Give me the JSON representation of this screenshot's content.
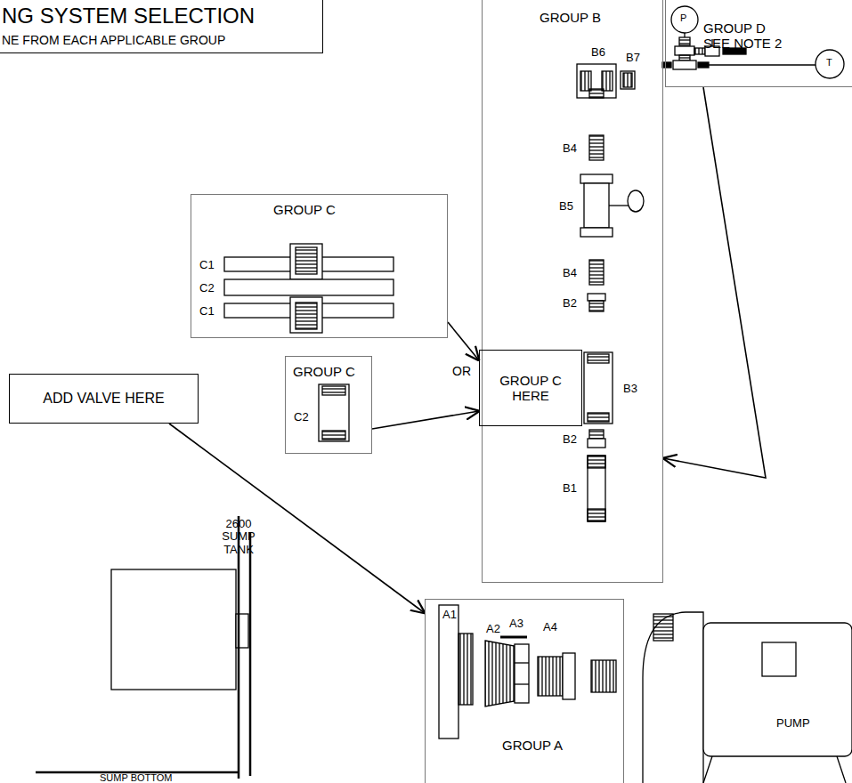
{
  "diagram": {
    "nodes": [
      {
        "text": [
          "NG SYSTEM SELECTION",
          "NE FROM EACH APPLICABLE GROUP"
        ]
      },
      {
        "text": [
          "GROUP B"
        ]
      },
      {
        "text": [
          "GROUP D SEE NOTE 2"
        ]
      },
      {
        "text": [
          "GROUP C"
        ]
      },
      {
        "text": [
          "GROUP C HERE"
        ],
        "in": 1
      },
      {
        "text": [
          "GROUP C"
        ]
      },
      {
        "text": [
          "ADD VALVE HERE"
        ]
      },
      {
        "text": [
          "GROUP A"
        ]
      }
    ],
    "edges": [
      {
        "from": 3,
        "to": 4,
        "arrow": "to"
      },
      {
        "from": 5,
        "to": 4,
        "arrow": "to"
      },
      {
        "from": 6,
        "to": 7,
        "arrow": "to"
      },
      {
        "from": 2,
        "to": 1,
        "arrow": "to"
      }
    ],
    "labels": [
      "B6",
      "B7",
      "P",
      "T",
      "B4",
      "B5",
      "B4",
      "B2",
      "B3",
      "B2",
      "B1",
      "C1",
      "C2",
      "C1",
      "OR",
      "C2",
      "2600 SUMP TANK",
      "A1",
      "A2",
      "A3",
      "A4",
      "SUMP BOTTOM",
      "PUMP"
    ]
  }
}
